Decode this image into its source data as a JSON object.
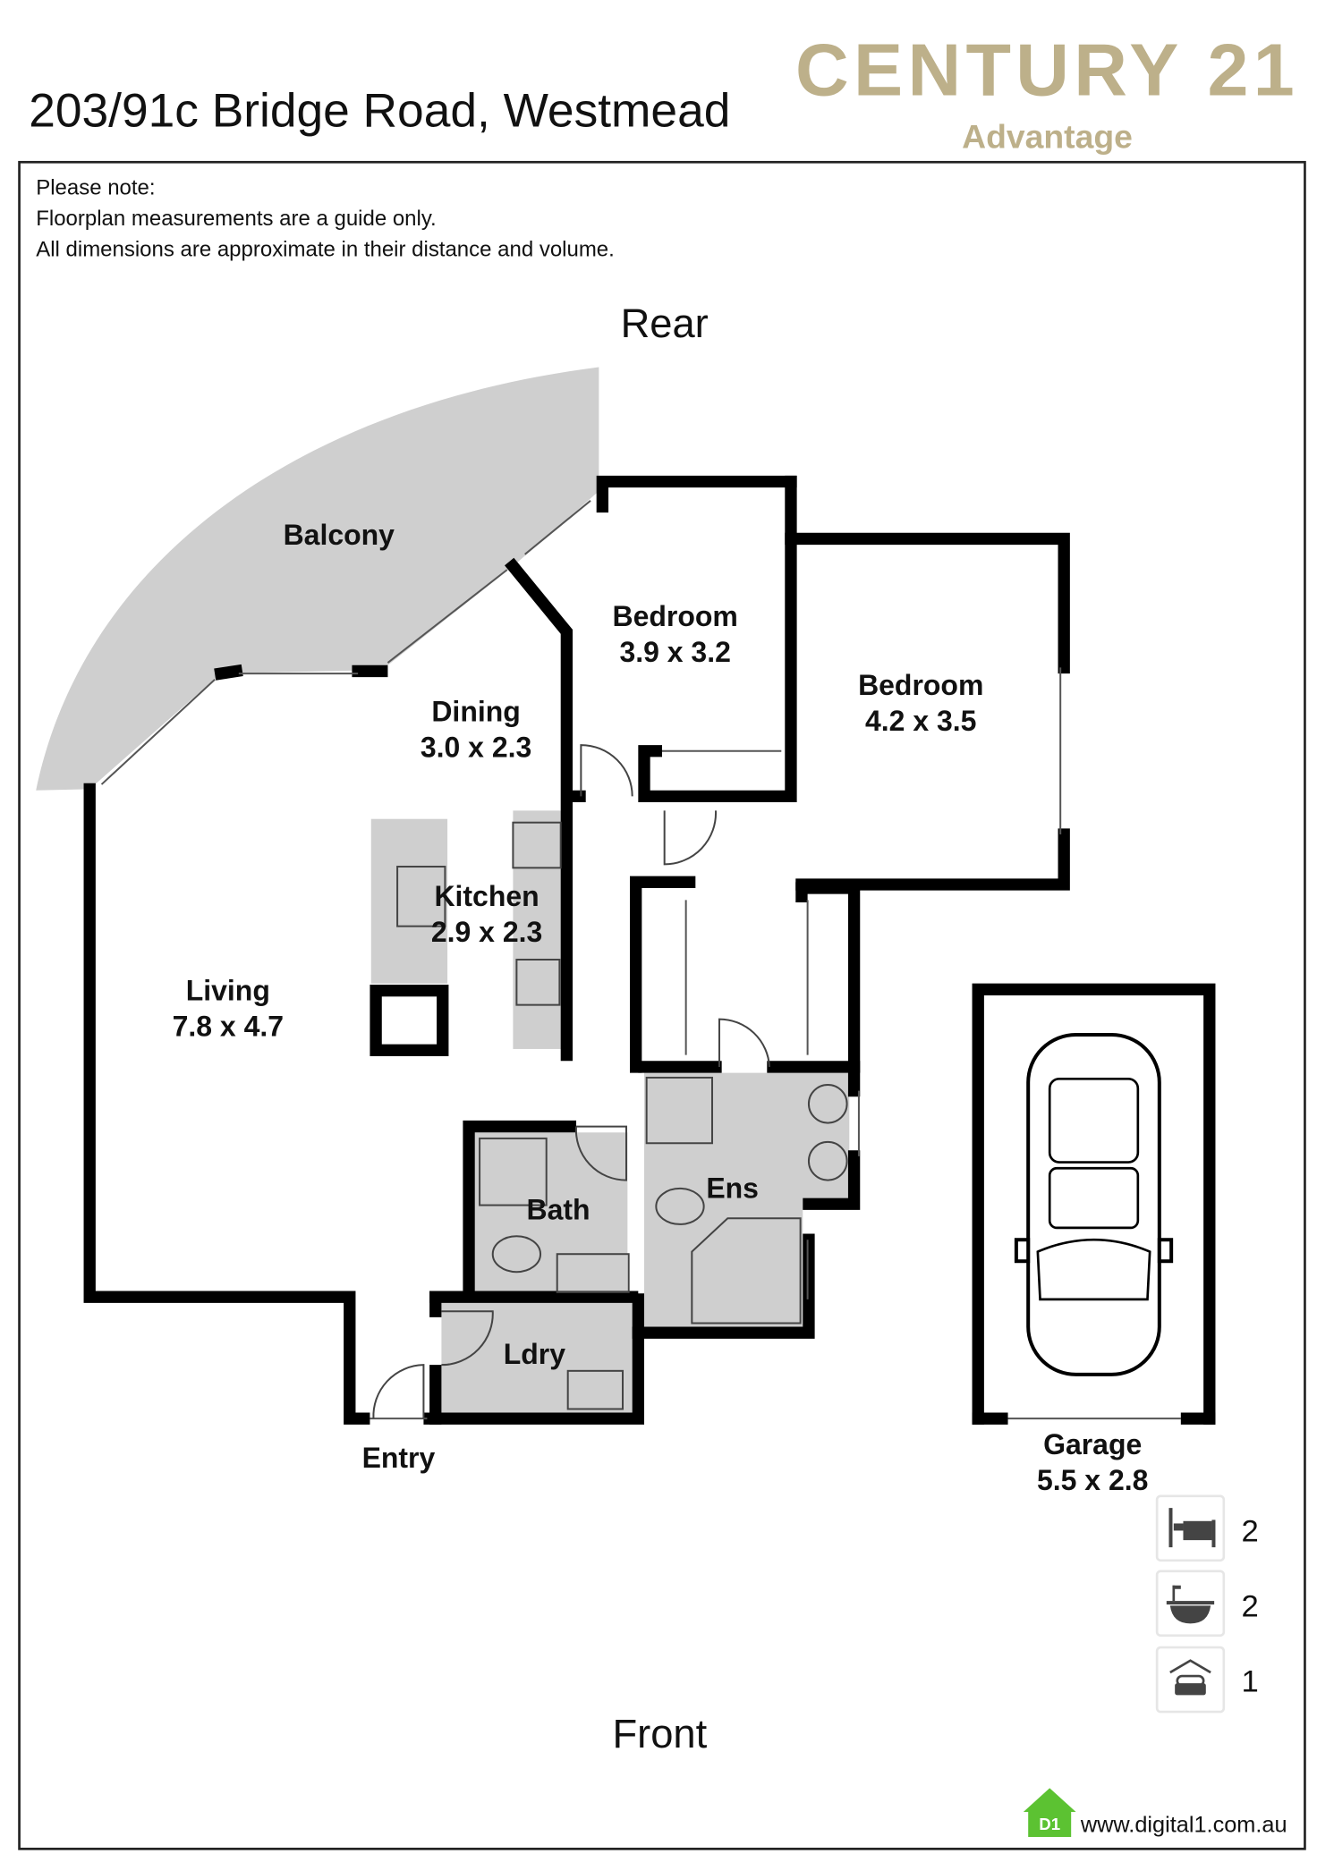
{
  "header": {
    "address": "203/91c Bridge Road, Westmead",
    "logo_brand": "CENTURY 21",
    "logo_sub": "Advantage",
    "brand_color": "#bdb08a"
  },
  "note": {
    "title": "Please note:",
    "line1": "Floorplan measurements are a guide only.",
    "line2": "All dimensions are approximate in their distance and volume."
  },
  "orientation": {
    "rear": "Rear",
    "front": "Front"
  },
  "rooms": {
    "balcony": {
      "name": "Balcony"
    },
    "bedroom1": {
      "name": "Bedroom",
      "size": "3.9 x 3.2"
    },
    "bedroom2": {
      "name": "Bedroom",
      "size": "4.2 x 3.5"
    },
    "dining": {
      "name": "Dining",
      "size": "3.0 x 2.3"
    },
    "kitchen": {
      "name": "Kitchen",
      "size": "2.9 x 2.3"
    },
    "living": {
      "name": "Living",
      "size": "7.8 x 4.7"
    },
    "ens": {
      "name": "Ens"
    },
    "bath": {
      "name": "Bath"
    },
    "ldry": {
      "name": "Ldry"
    },
    "entry": {
      "name": "Entry"
    },
    "garage": {
      "name": "Garage",
      "size": "5.5 x 2.8"
    }
  },
  "features": [
    {
      "icon": "bed-icon",
      "count": "2"
    },
    {
      "icon": "bath-icon",
      "count": "2"
    },
    {
      "icon": "garage-car-icon",
      "count": "1"
    }
  ],
  "footer": {
    "logo_text": "D1",
    "website": "www.digital1.com.au",
    "logo_color": "#5cc232"
  }
}
